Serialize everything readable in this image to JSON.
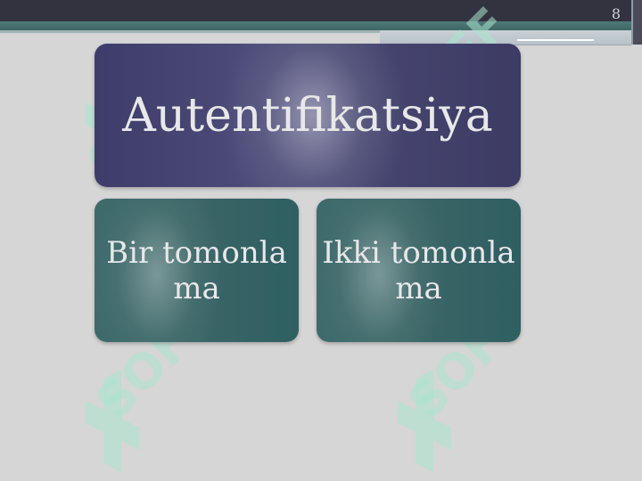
{
  "slide": {
    "page_number": "8",
    "main_card": {
      "title": "Autentifikatsiya"
    },
    "cards": [
      {
        "label": "Bir tomonlama"
      },
      {
        "label": "Ikki tomonlama"
      }
    ]
  },
  "watermark": {
    "text": "SOFF"
  },
  "colors": {
    "background": "#d6d6d6",
    "topbar": "#33323f",
    "accent": "#4f7a78",
    "main_card": "#46456f",
    "sub_card": "#3a6566",
    "watermark": "#aae6cd"
  },
  "icons": [
    "soff-logo-icon"
  ]
}
